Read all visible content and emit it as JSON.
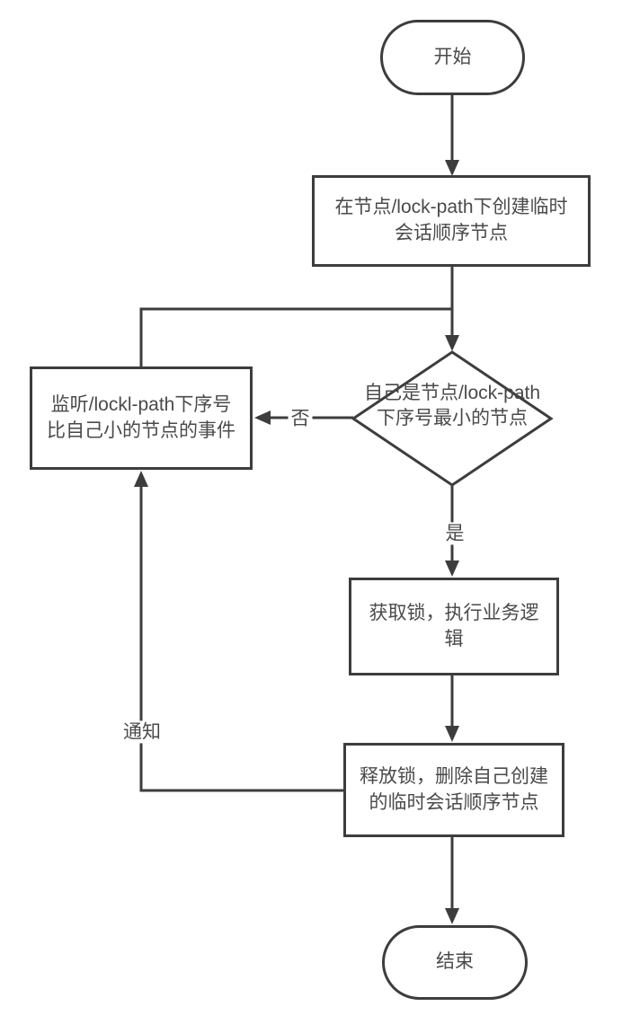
{
  "diagram": {
    "background": "#ffffff",
    "stroke_color": "#3d3d3d",
    "text_color": "#4a4a4a",
    "nodes": {
      "start": {
        "type": "terminator",
        "label": "开始"
      },
      "create": {
        "type": "process",
        "label": "在节点/lock-path下创建临时会话顺序节点"
      },
      "decision": {
        "type": "decision",
        "label": "自己是节点/lock-path下序号最小的节点"
      },
      "listen": {
        "type": "process",
        "label": "监听/lockl-path下序号比自己小的节点的事件"
      },
      "acquire": {
        "type": "process",
        "label": "获取锁，执行业务逻辑"
      },
      "release": {
        "type": "process",
        "label": "释放锁，删除自己创建的临时会话顺序节点"
      },
      "end": {
        "type": "terminator",
        "label": "结束"
      }
    },
    "edge_labels": {
      "yes": "是",
      "no": "否",
      "notify": "通知"
    }
  }
}
